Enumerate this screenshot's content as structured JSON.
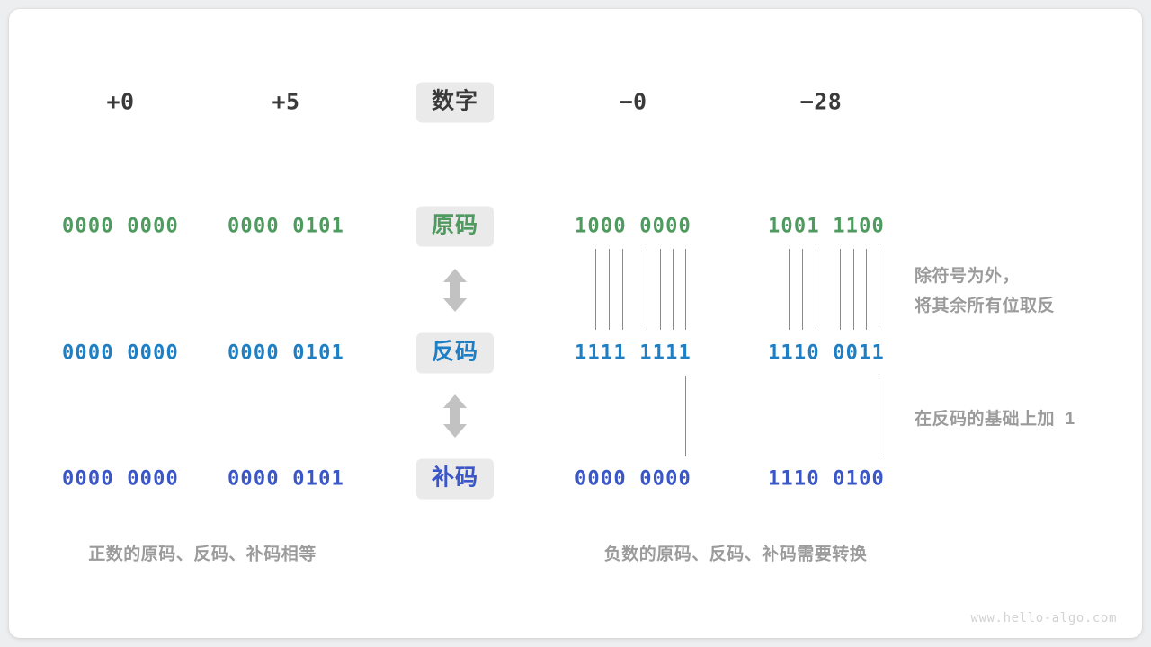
{
  "diagram": {
    "title_row": {
      "label_chip": "数字",
      "columns": [
        {
          "name": "pos-zero",
          "value": "+0"
        },
        {
          "name": "pos-five",
          "value": "+5"
        },
        {
          "name": "neg-zero",
          "value": "−0"
        },
        {
          "name": "neg-28",
          "value": "−28"
        }
      ]
    },
    "rows": [
      {
        "chip": "原码",
        "chip_color": "#4e9a5f",
        "color_class": "c-green",
        "values": [
          "0000 0000",
          "0000 0101",
          "1000 0000",
          "1001 1100"
        ]
      },
      {
        "chip": "反码",
        "chip_color": "#1f7fc4",
        "color_class": "c-blue",
        "values": [
          "0000 0000",
          "0000 0101",
          "1111 1111",
          "1110 0011"
        ]
      },
      {
        "chip": "补码",
        "chip_color": "#3b56c6",
        "color_class": "c-indigo",
        "values": [
          "0000 0000",
          "0000 0101",
          "0000 0000",
          "1110 0100"
        ]
      }
    ],
    "annotations": {
      "invert": "除符号为外，\n将其余所有位取反",
      "add_one": "在反码的基础上加  1"
    },
    "captions": {
      "positive": "正数的原码、反码、补码相等",
      "negative": "负数的原码、反码、补码需要转换"
    },
    "watermark": "www.hello-algo.com",
    "colors": {
      "chip_bg": "#eaeaea",
      "connector": "#8a8a8a",
      "arrow": "#c2c2c2",
      "muted_text": "#9b9b9b",
      "card_bg": "#ffffff",
      "page_bg": "#eceef0"
    }
  }
}
